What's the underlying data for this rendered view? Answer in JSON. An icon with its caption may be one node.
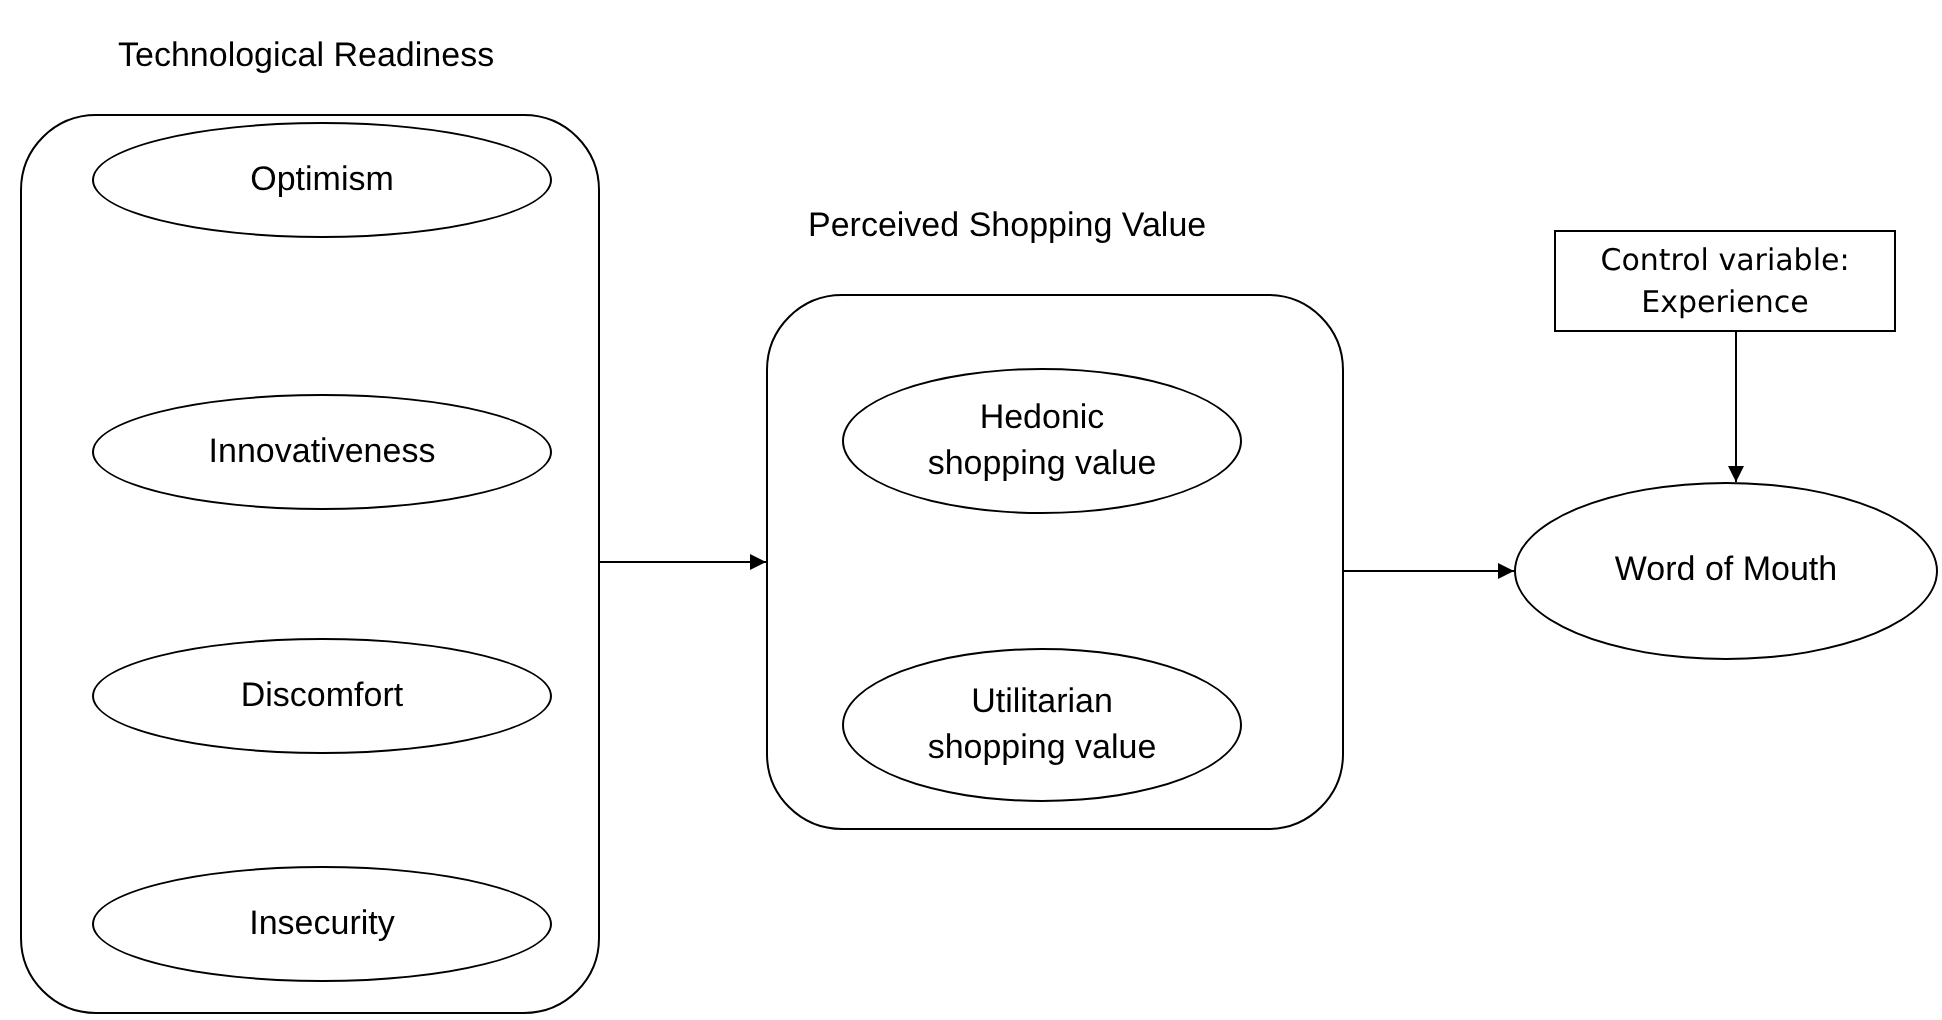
{
  "diagram": {
    "nodes": [
      {
        "text": [
          "Technological Readiness"
        ]
      },
      {
        "text": [
          "Optimism"
        ],
        "in": 0
      },
      {
        "text": [
          "Innovativeness"
        ],
        "in": 0
      },
      {
        "text": [
          "Discomfort"
        ],
        "in": 0
      },
      {
        "text": [
          "Insecurity"
        ],
        "in": 0
      },
      {
        "text": [
          "Perceived Shopping Value"
        ]
      },
      {
        "text": [
          "Hedonic shopping value"
        ],
        "in": 5
      },
      {
        "text": [
          "Utilitarian shopping value"
        ],
        "in": 5
      },
      {
        "text": [
          "Control variable: Experience"
        ]
      },
      {
        "text": [
          "Word of Mouth"
        ]
      }
    ],
    "edges": [
      {
        "from": 0,
        "to": 5,
        "arrow": "to"
      },
      {
        "from": 5,
        "to": 9,
        "arrow": "to"
      },
      {
        "from": 8,
        "to": 9,
        "arrow": "to"
      }
    ]
  }
}
